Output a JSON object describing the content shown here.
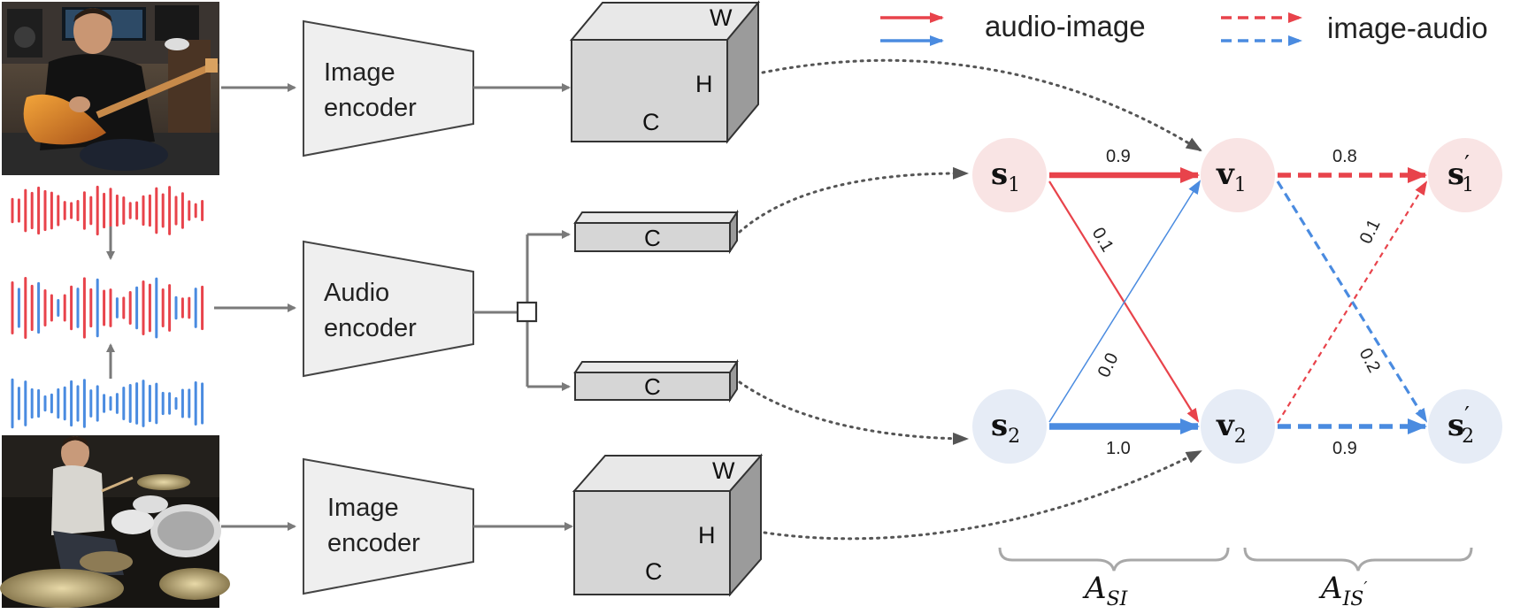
{
  "legend": {
    "audio_image_label": "audio-image",
    "image_audio_label": "image-audio"
  },
  "encoders": {
    "image_top": [
      "Image",
      "encoder"
    ],
    "audio": [
      "Audio",
      "encoder"
    ],
    "image_bottom": [
      "Image",
      "encoder"
    ]
  },
  "feature_maps": {
    "top_cube": {
      "w": "W",
      "h": "H",
      "c": "C"
    },
    "bottom_cube": {
      "w": "W",
      "h": "H",
      "c": "C"
    },
    "audio_bar_top": "C",
    "audio_bar_bottom": "C"
  },
  "nodes": {
    "s1": {
      "base": "s",
      "sub": "1"
    },
    "s2": {
      "base": "s",
      "sub": "2"
    },
    "v1": {
      "base": "v",
      "sub": "1"
    },
    "v2": {
      "base": "v",
      "sub": "2"
    },
    "s1p": {
      "base": "s",
      "sub": "1",
      "prime": "′"
    },
    "s2p": {
      "base": "s",
      "sub": "2",
      "prime": "′"
    }
  },
  "edges": {
    "s1_v1": "0.9",
    "s1_v2": "0.1",
    "s2_v1": "0.0",
    "s2_v2": "1.0",
    "v1_s1p": "0.8",
    "v2_s1p": "0.1",
    "v1_s2p": "0.2",
    "v2_s2p": "0.9"
  },
  "braces": {
    "left": {
      "base": "A",
      "sub": "SI"
    },
    "right": {
      "base": "A",
      "sub": "IS",
      "prime": "′"
    }
  },
  "images": {
    "top": "guitar-player-photo",
    "bottom": "drummer-photo"
  },
  "colors": {
    "red": "#e8434b",
    "blue": "#4a8be0",
    "red_node": "#f9e4e4",
    "blue_node": "#e6ecf6",
    "gray_box": "#efefef",
    "arrow_gray": "#7a7a7a"
  }
}
